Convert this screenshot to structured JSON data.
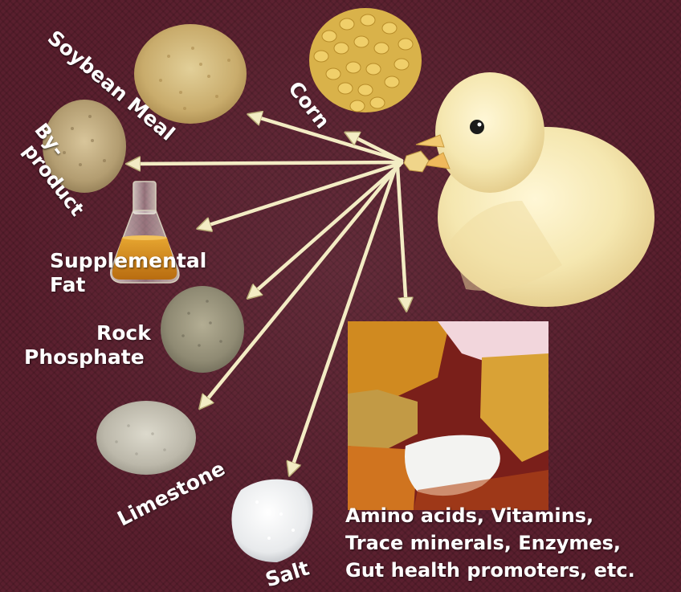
{
  "labels": {
    "soybean_meal": "Soybean Meal",
    "corn": "Corn",
    "byproduct_line1": "By-",
    "byproduct_line2": "product",
    "supplemental_fat_line1": "Supplemental",
    "supplemental_fat_line2": "Fat",
    "rock_phosphate_line1": "Rock",
    "rock_phosphate_line2": "Phosphate",
    "limestone": "Limestone",
    "salt": "Salt",
    "additives_line1": "Amino acids, Vitamins,",
    "additives_line2": "Trace minerals, Enzymes,",
    "additives_line3": "Gut health promoters, etc."
  },
  "colors": {
    "background": "#5a1f2e",
    "arrow": "#f3ecc4",
    "label_text": "#ffffff"
  }
}
